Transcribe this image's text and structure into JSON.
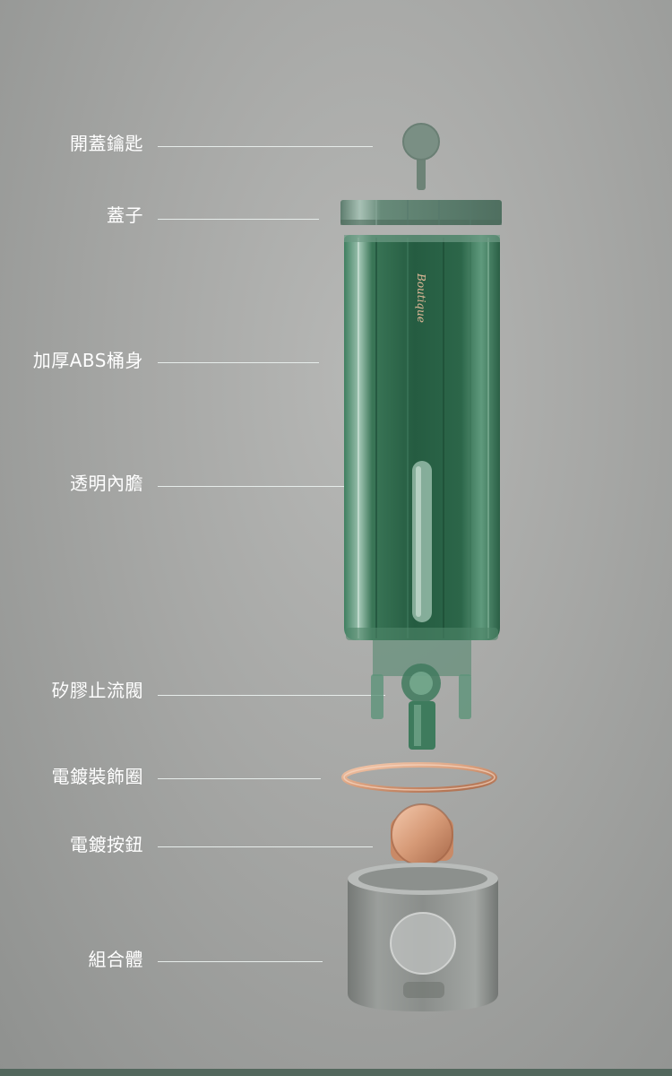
{
  "labels": {
    "key": "開蓋鑰匙",
    "lid": "蓋子",
    "body": "加厚ABS桶身",
    "tank": "透明內膽",
    "valve": "矽膠止流閥",
    "ring": "電鍍裝飾圈",
    "button": "電鍍按鈕",
    "base": "組合體"
  },
  "brand": {
    "logo_text": "Boutique"
  },
  "colors": {
    "background": "#a6a7a5",
    "body_green": "#2e6a4c",
    "accent_copper": "#d9a07e",
    "label_text": "#ffffff",
    "leader_line": "#e6ecea",
    "base_band": "#53675d"
  }
}
